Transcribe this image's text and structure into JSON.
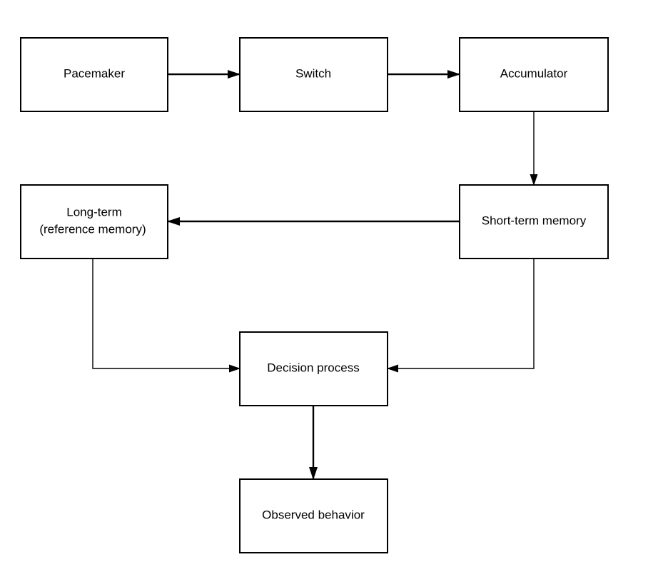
{
  "nodes": {
    "pacemaker": {
      "label": "Pacemaker"
    },
    "switch": {
      "label": "Switch"
    },
    "accumulator": {
      "label": "Accumulator"
    },
    "long_term": {
      "label_line1": "Long-term",
      "label_line2": "(reference memory)"
    },
    "short_term": {
      "label": "Short-term memory"
    },
    "decision": {
      "label": "Decision process"
    },
    "observed": {
      "label": "Observed behavior"
    }
  },
  "edges": [
    {
      "from": "Pacemaker",
      "to": "Switch"
    },
    {
      "from": "Switch",
      "to": "Accumulator"
    },
    {
      "from": "Accumulator",
      "to": "Short-term memory"
    },
    {
      "from": "Short-term memory",
      "to": "Long-term (reference memory)"
    },
    {
      "from": "Long-term (reference memory)",
      "to": "Decision process"
    },
    {
      "from": "Short-term memory",
      "to": "Decision process"
    },
    {
      "from": "Decision process",
      "to": "Observed behavior"
    }
  ],
  "colors": {
    "stroke": "#000000",
    "fill": "#ffffff",
    "text": "#000000"
  }
}
